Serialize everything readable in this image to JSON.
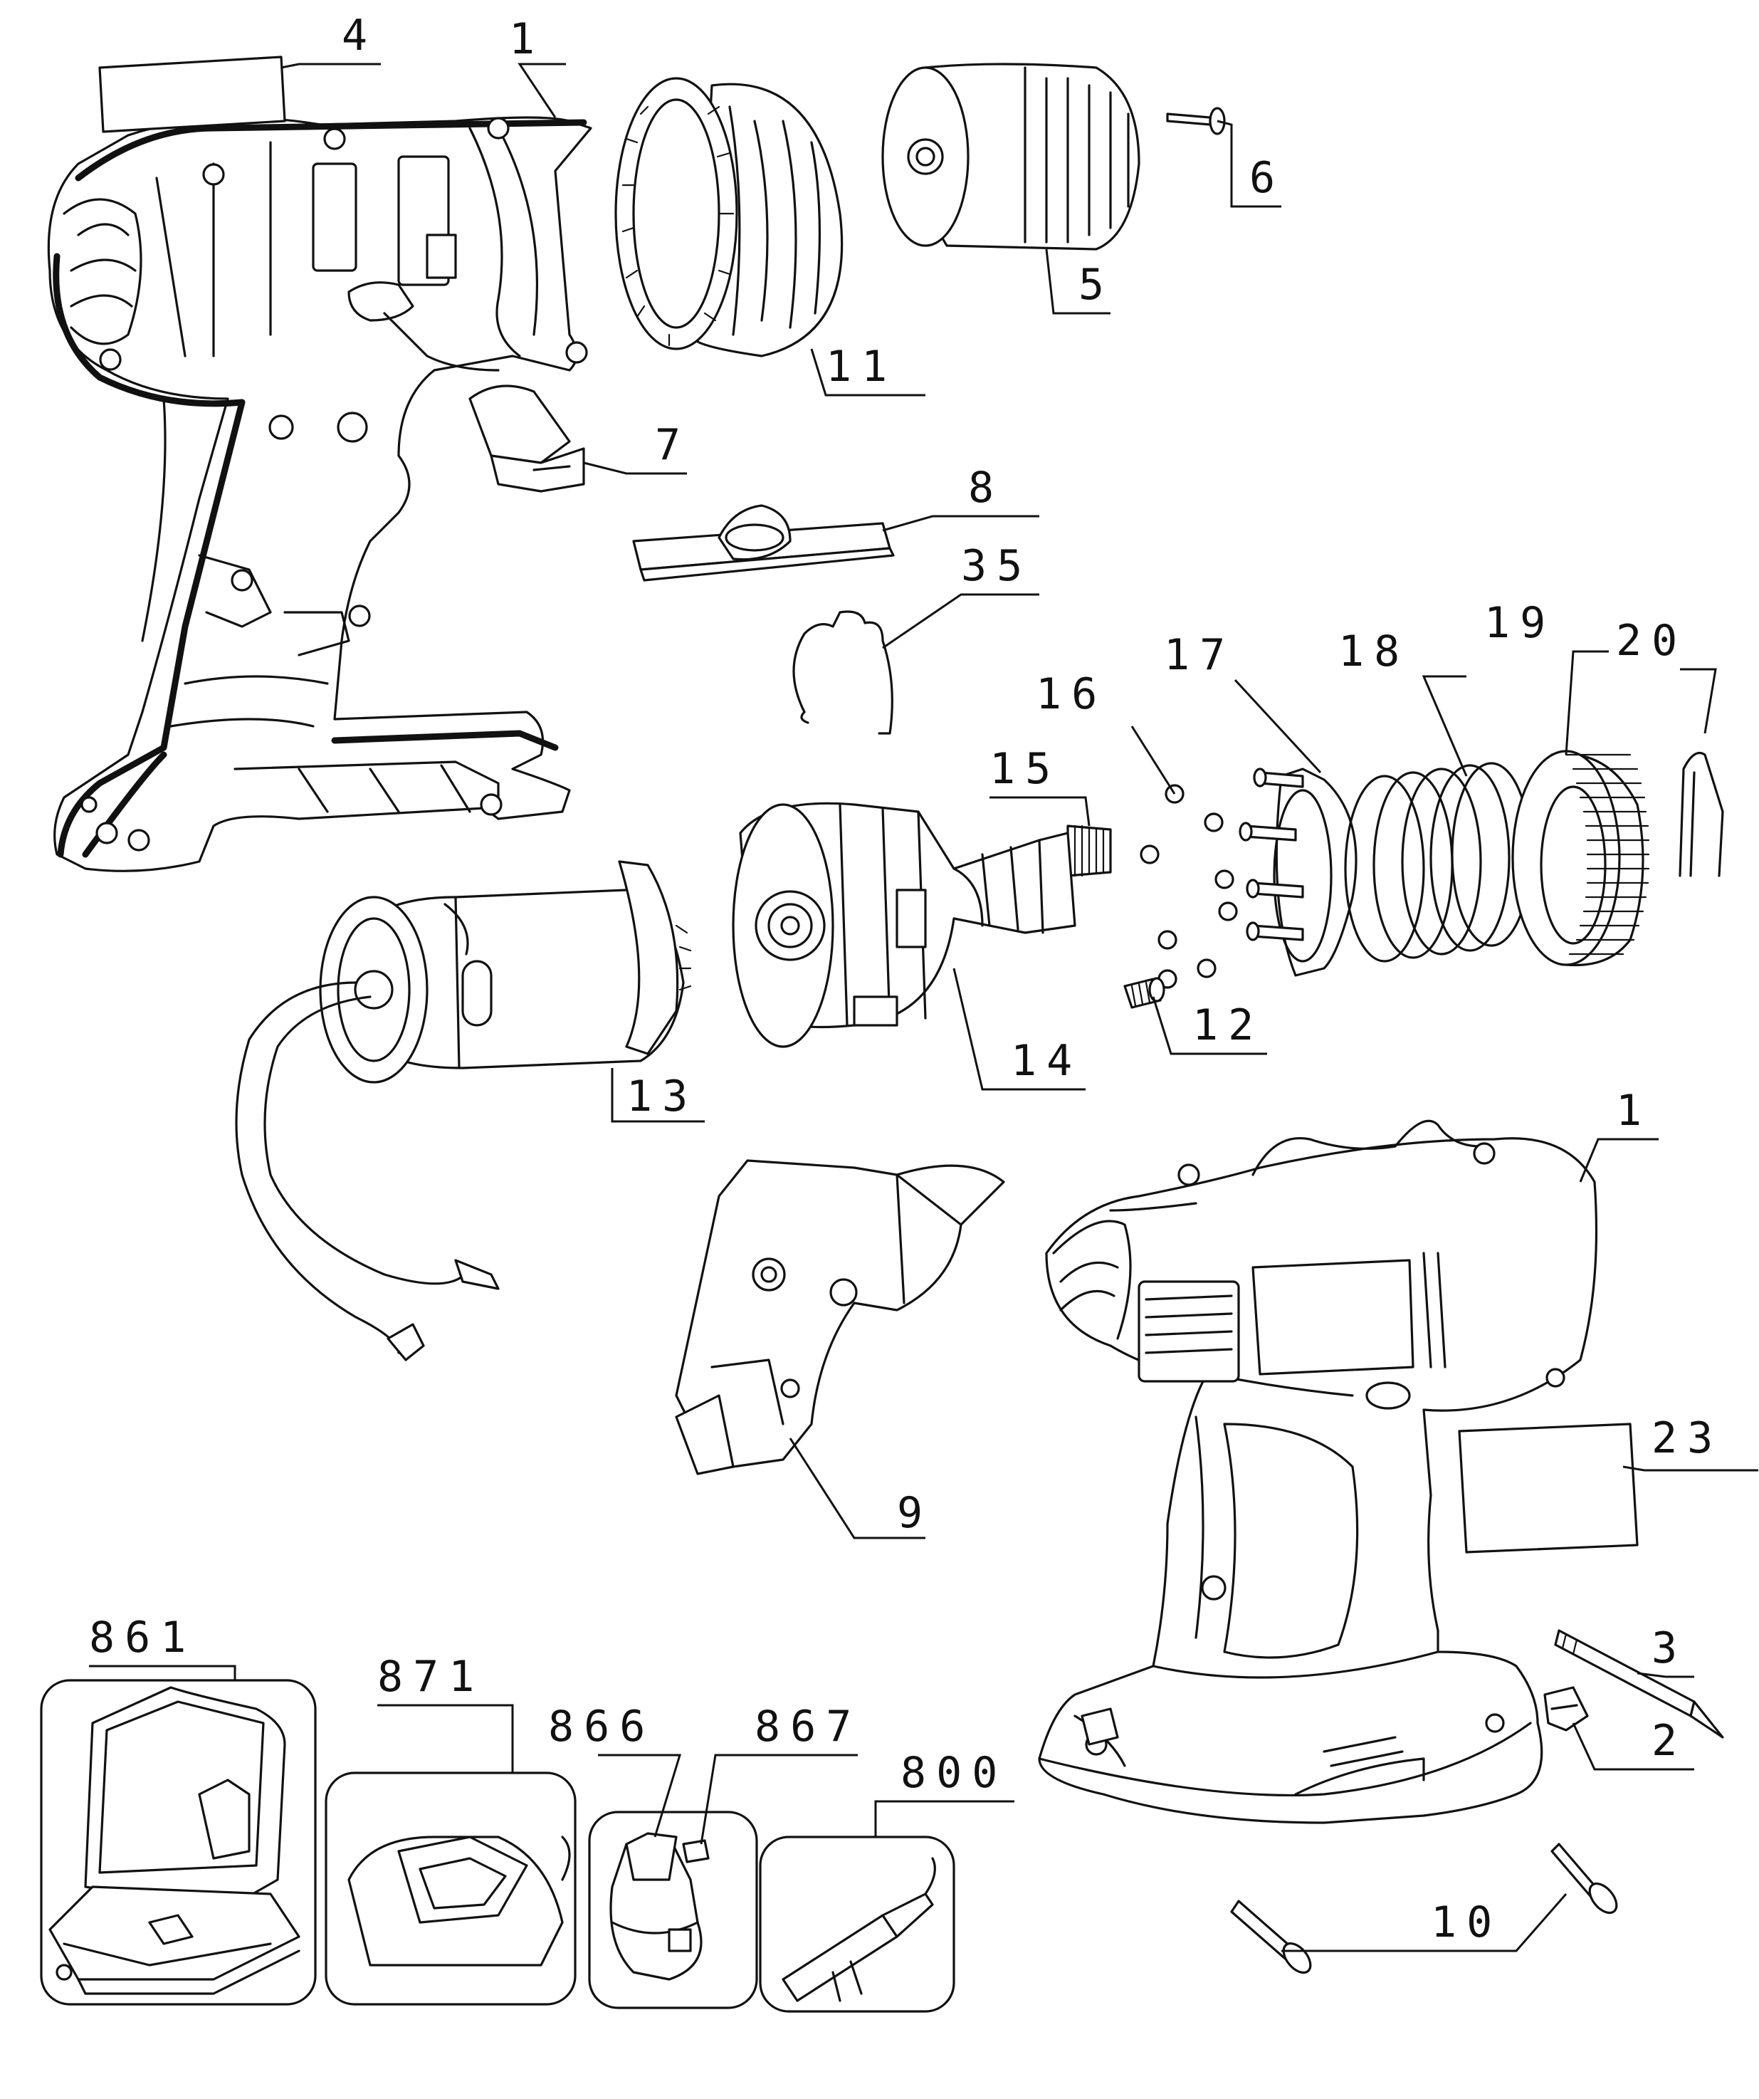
{
  "diagram": {
    "callouts": [
      "4",
      "1",
      "6",
      "5",
      "11",
      "7",
      "8",
      "35",
      "16",
      "17",
      "18",
      "19",
      "20",
      "15",
      "12",
      "14",
      "13",
      "1",
      "9",
      "23",
      "3",
      "2",
      "10",
      "861",
      "871",
      "866",
      "867",
      "800"
    ]
  }
}
